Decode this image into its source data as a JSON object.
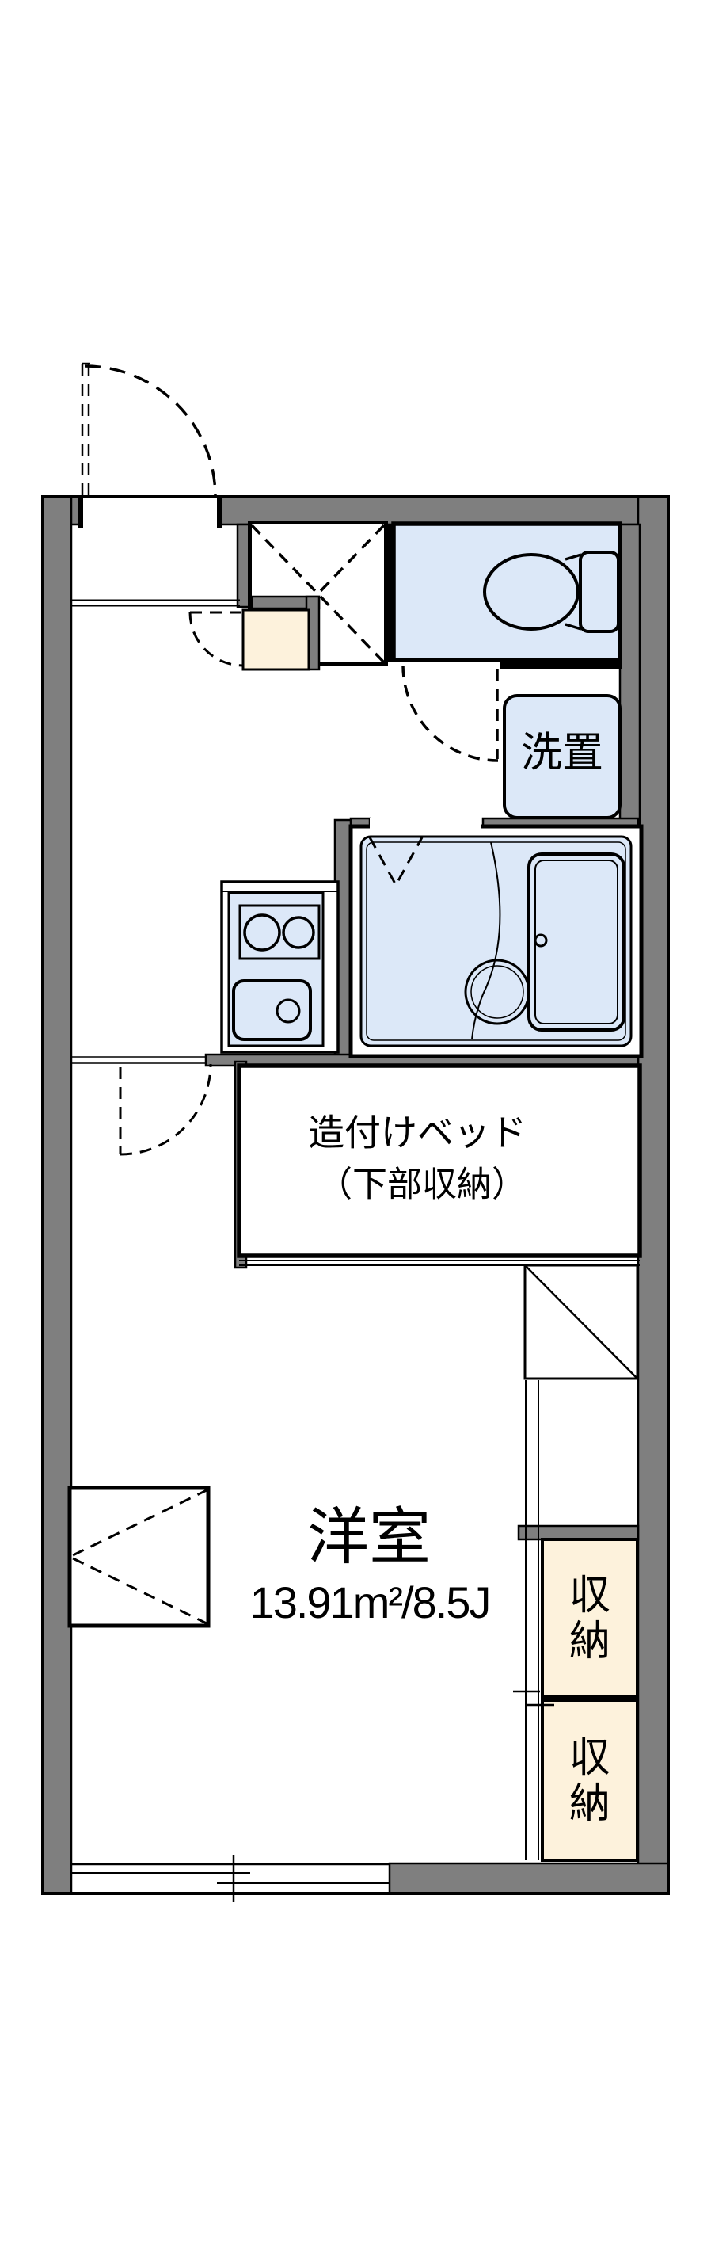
{
  "plan": {
    "labels": {
      "laundry": "洗置",
      "built_in_bed_line1": "造付けベッド",
      "built_in_bed_line2": "（下部収納）",
      "main_room_name": "洋室",
      "main_room_size": "13.91m²/8.5J",
      "storage_upper": "収納",
      "storage_lower": "収納"
    },
    "colors": {
      "wall": "#7f7f7f",
      "wet_area": "#dce8f8",
      "storage": "#fdf2dc",
      "line": "#000000",
      "background": "#ffffff"
    }
  }
}
